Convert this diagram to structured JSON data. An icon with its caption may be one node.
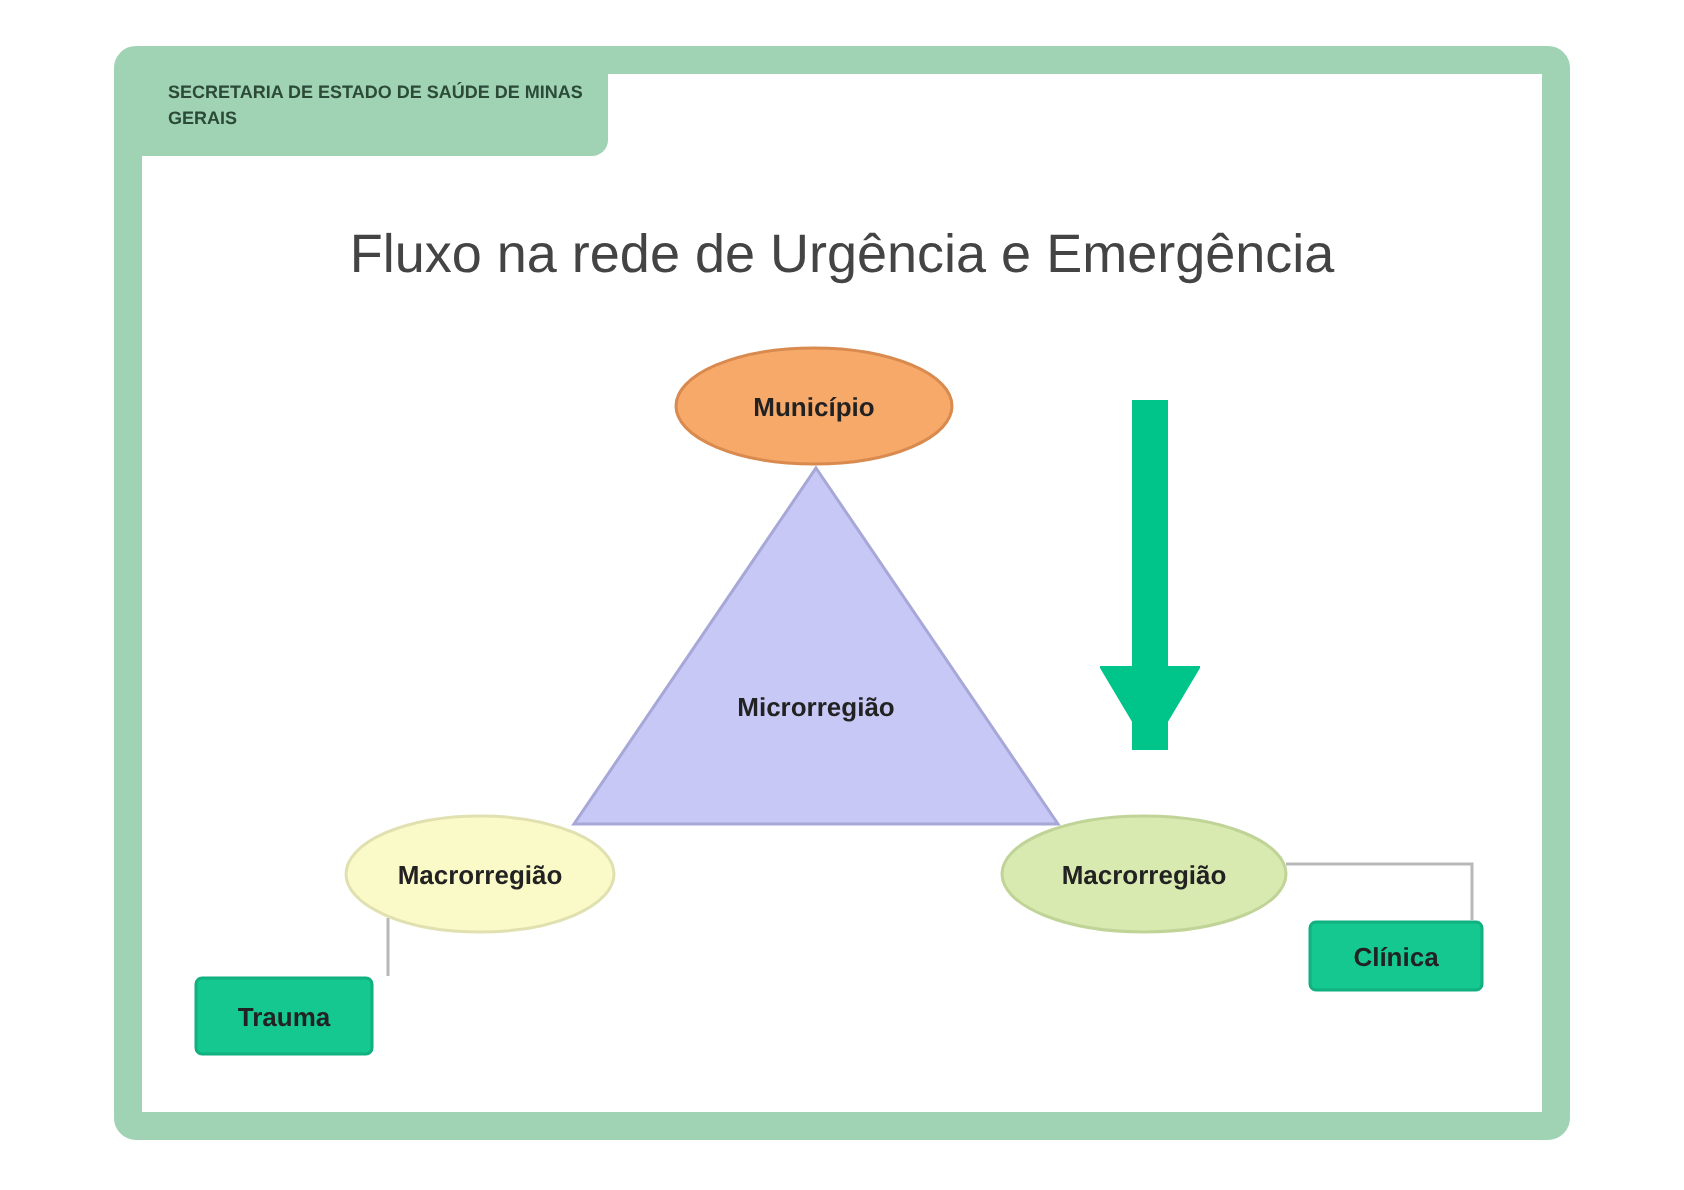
{
  "diagram": {
    "title": "Fluxo na rede de Urgência e Emergência",
    "nodes": [
      {
        "text": [
          "Município"
        ]
      },
      {
        "text": [
          "Microrregião"
        ]
      },
      {
        "text": [
          "Macrorregião"
        ]
      },
      {
        "text": [
          "Macrorregião"
        ]
      },
      {
        "text": [
          "Trauma"
        ]
      },
      {
        "text": [
          "Clínica"
        ]
      }
    ],
    "edges": [
      {
        "from": null,
        "to": 3,
        "arrow": "to",
        "style": "thick",
        "color": "#00c58a"
      },
      {
        "from": 2,
        "to": 4,
        "arrow": "none"
      },
      {
        "from": 3,
        "to": 5,
        "arrow": "none"
      }
    ],
    "labels": [
      "SECRETARIA DE ESTADO DE SAÚDE DE MINAS GERAIS"
    ]
  }
}
